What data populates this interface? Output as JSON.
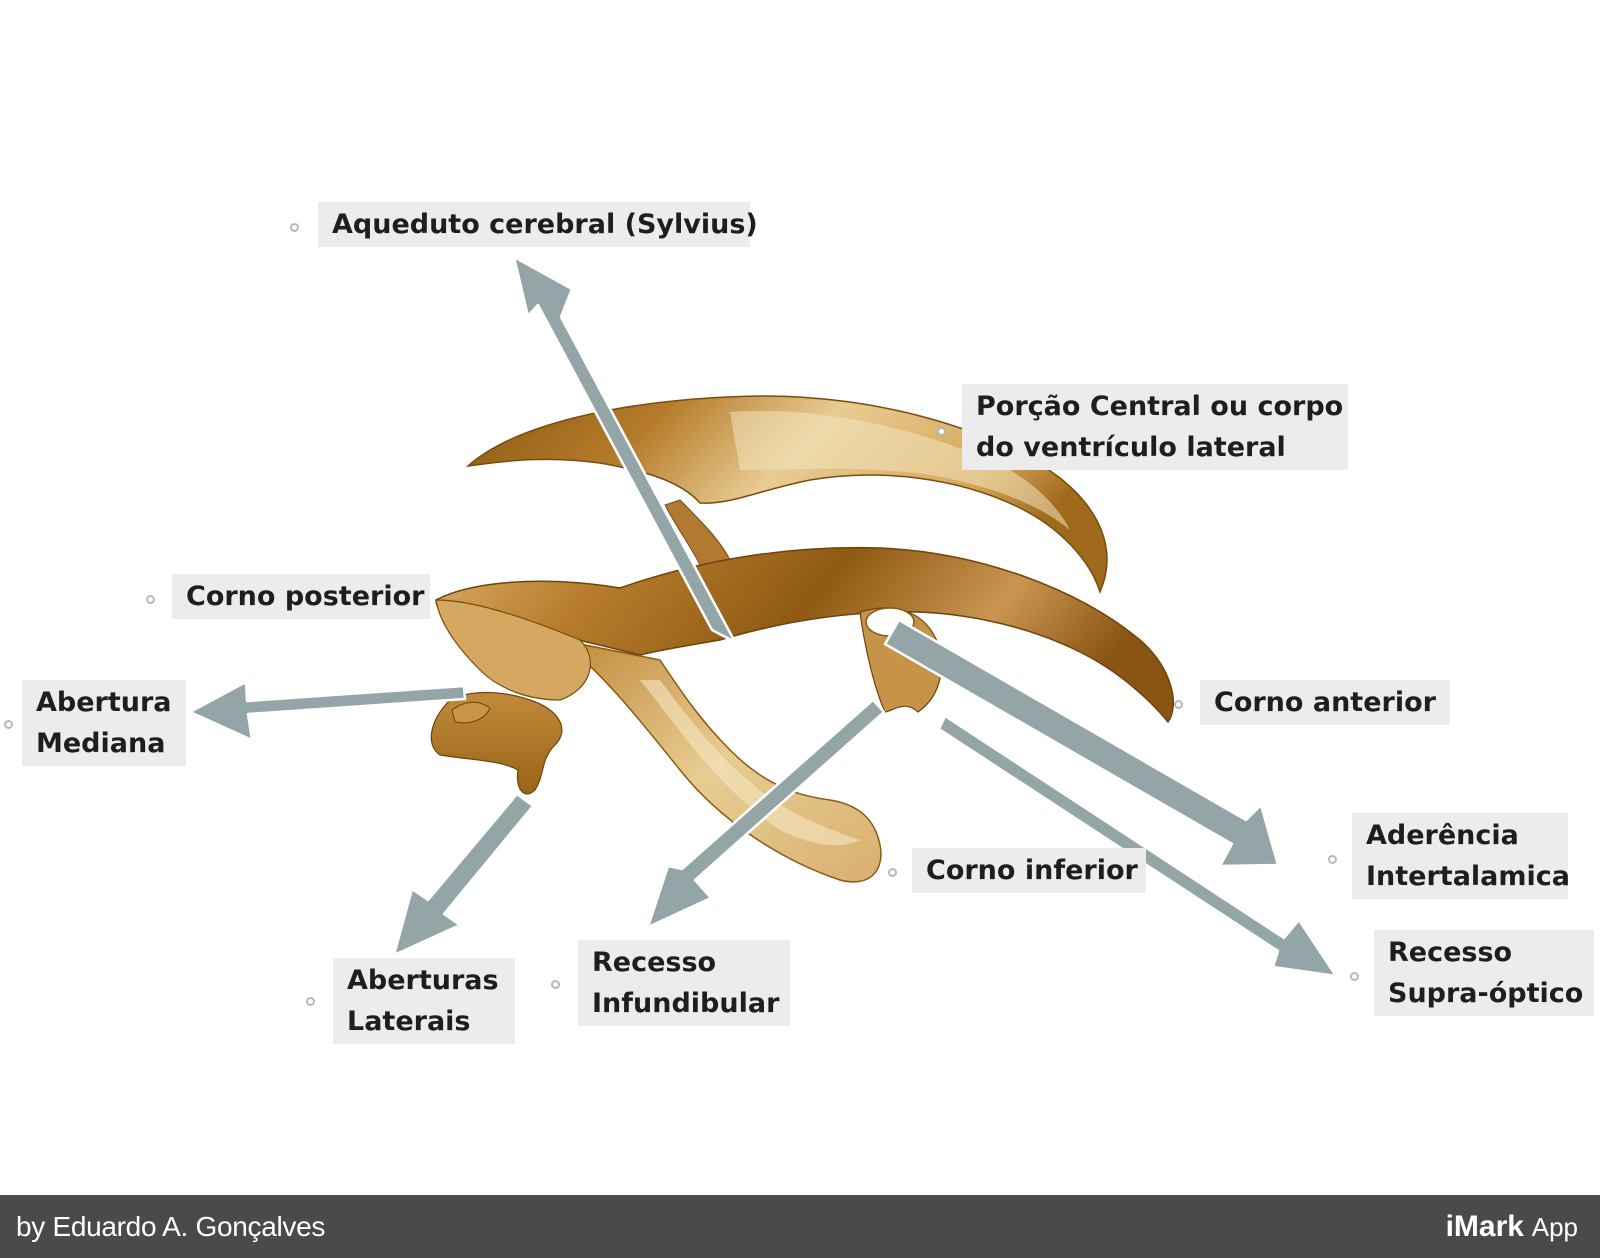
{
  "labels": {
    "aqueduto": "Aqueduto cerebral (Sylvius)",
    "porcao_central": [
      "Porção Central ou corpo",
      "do ventrículo lateral"
    ],
    "corno_posterior": "Corno posterior",
    "abertura_mediana": [
      "Abertura",
      "Mediana"
    ],
    "corno_anterior": "Corno anterior",
    "aderencia": [
      "Aderência",
      "Intertalamica"
    ],
    "corno_inferior": "Corno inferior",
    "aberturas_laterais": [
      "Aberturas",
      "Laterais"
    ],
    "recesso_infundibular": [
      "Recesso",
      "Infundibular"
    ],
    "recesso_supra_optico": [
      "Recesso",
      "Supra-óptico"
    ]
  },
  "footer": {
    "credit": "by Eduardo A. Gonçalves",
    "brand_bold": "iMark",
    "brand_rest": "App"
  },
  "colors": {
    "arrow": "#94a5a7",
    "label_bg": "#ececec",
    "cast_dark": "#8a5a12",
    "cast_mid": "#c08a3a",
    "cast_light": "#e8cc92",
    "footer_bg": "#4a4a4a"
  }
}
